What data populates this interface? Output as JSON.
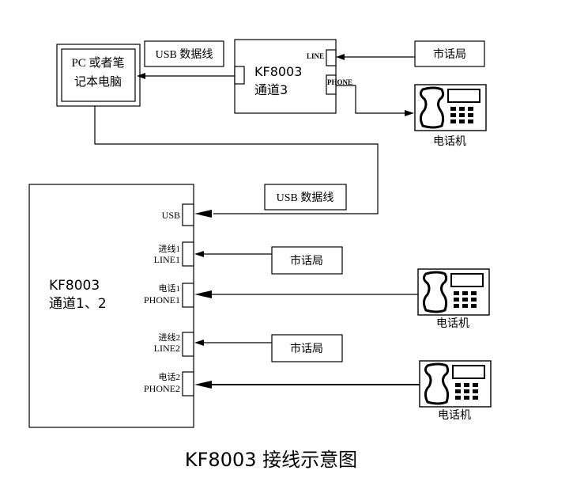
{
  "pc": {
    "line1": "PC 或者笔",
    "line2": "记本电脑"
  },
  "usb_cable_top": "USB 数据线",
  "usb_cable_mid": "USB 数据线",
  "kf_top": {
    "model": "KF8003",
    "channel": "通道3",
    "port_line": "LINE",
    "port_phone": "PHONE"
  },
  "kf_main": {
    "model": "KF8003",
    "channel": "通道1、2"
  },
  "ports": {
    "usb": "USB",
    "in1_cn": "进线1",
    "in1_en": "LINE1",
    "ph1_cn": "电话1",
    "ph1_en": "PHONE1",
    "in2_cn": "进线2",
    "in2_en": "LINE2",
    "ph2_cn": "电话2",
    "ph2_en": "PHONE2"
  },
  "exchange_label": "市话局",
  "phone_label": "电话机",
  "title": "KF8003  接线示意图"
}
